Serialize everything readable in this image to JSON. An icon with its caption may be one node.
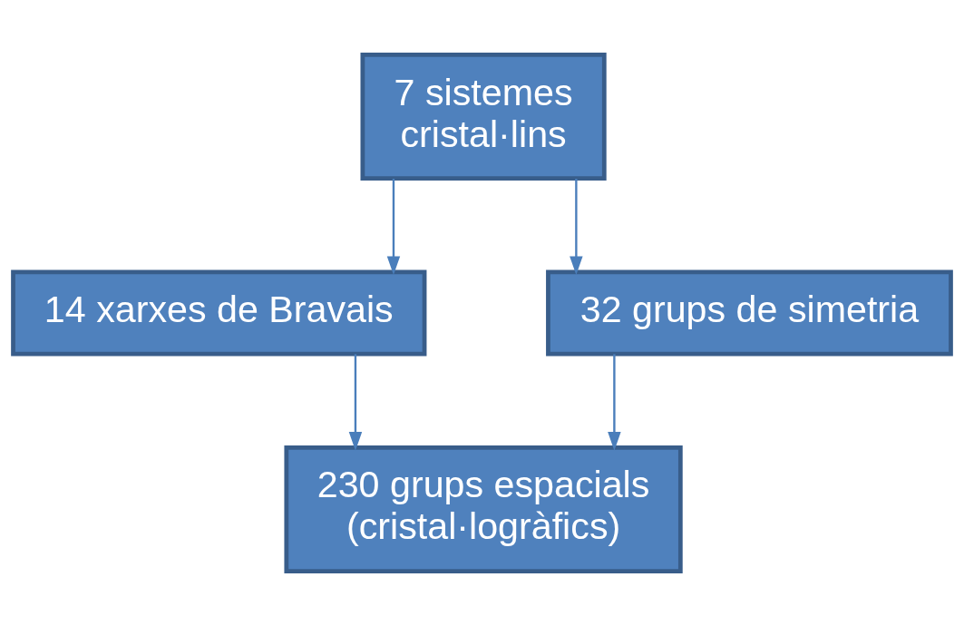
{
  "diagram": {
    "nodes": [
      {
        "text": [
          "7 sistemes cristal·lins"
        ]
      },
      {
        "text": [
          "14 xarxes de Bravais"
        ]
      },
      {
        "text": [
          "32 grups de simetria"
        ]
      },
      {
        "text": [
          "230 grups espacials (cristal·logràfics)"
        ]
      }
    ],
    "edges": [
      {
        "from": 0,
        "to": 1,
        "arrow": "to"
      },
      {
        "from": 0,
        "to": 2,
        "arrow": "to"
      },
      {
        "from": 1,
        "to": 3,
        "arrow": "to"
      },
      {
        "from": 2,
        "to": 3,
        "arrow": "to"
      }
    ]
  }
}
